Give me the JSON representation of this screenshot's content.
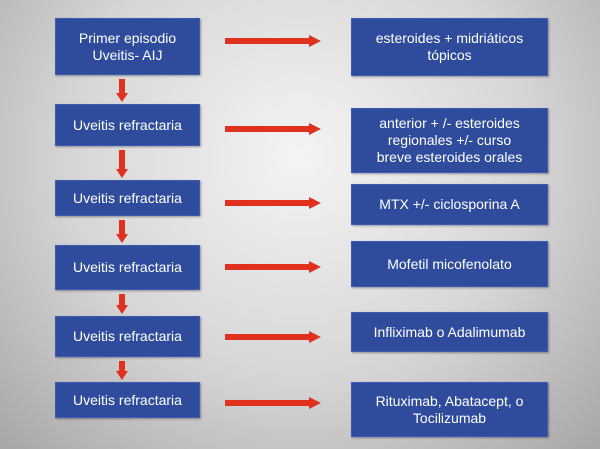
{
  "colors": {
    "box": "#2f4b9c",
    "arrow": "#e0301e",
    "text": "#ffffff"
  },
  "rows": [
    {
      "left": [
        "Primer episodio",
        "Uveitis- AIJ"
      ],
      "right": [
        "esteroides + midriáticos",
        "tópicos"
      ]
    },
    {
      "left": [
        "Uveitis refractaria"
      ],
      "right": [
        "anterior + /- esteroides",
        "regionales  +/- curso",
        "breve esteroides orales"
      ]
    },
    {
      "left": [
        "Uveitis refractaria"
      ],
      "right": [
        "MTX +/- ciclosporina A"
      ]
    },
    {
      "left": [
        "Uveitis refractaria"
      ],
      "right": [
        "Mofetil micofenolato"
      ]
    },
    {
      "left": [
        "Uveitis refractaria"
      ],
      "right": [
        "Infliximab o Adalimumab"
      ]
    },
    {
      "left": [
        "Uveitis refractaria"
      ],
      "right": [
        "Rituximab, Abatacept, o",
        "Tocilizumab"
      ]
    }
  ]
}
